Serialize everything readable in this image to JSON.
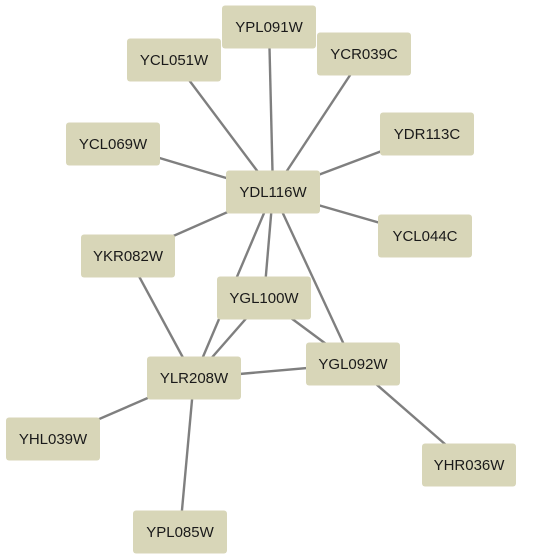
{
  "colors": {
    "node_fill": "#d8d6b8",
    "edge": "#7f7f7f",
    "text": "#1a1a1a",
    "background": "#ffffff"
  },
  "nodes": [
    {
      "id": "n1",
      "label": "YPL091W"
    },
    {
      "id": "n2",
      "label": "YCL051W"
    },
    {
      "id": "n3",
      "label": "YCR039C"
    },
    {
      "id": "n4",
      "label": "YCL069W"
    },
    {
      "id": "n5",
      "label": "YDR113C"
    },
    {
      "id": "n6",
      "label": "YDL116W"
    },
    {
      "id": "n7",
      "label": "YCL044C"
    },
    {
      "id": "n8",
      "label": "YKR082W"
    },
    {
      "id": "n9",
      "label": "YGL100W"
    },
    {
      "id": "n10",
      "label": "YGL092W"
    },
    {
      "id": "n11",
      "label": "YLR208W"
    },
    {
      "id": "n12",
      "label": "YHL039W"
    },
    {
      "id": "n13",
      "label": "YHR036W"
    },
    {
      "id": "n14",
      "label": "YPL085W"
    }
  ],
  "edges": [
    [
      "n6",
      "n1"
    ],
    [
      "n6",
      "n2"
    ],
    [
      "n6",
      "n3"
    ],
    [
      "n6",
      "n4"
    ],
    [
      "n6",
      "n5"
    ],
    [
      "n6",
      "n7"
    ],
    [
      "n6",
      "n8"
    ],
    [
      "n6",
      "n9"
    ],
    [
      "n6",
      "n10"
    ],
    [
      "n6",
      "n11"
    ],
    [
      "n8",
      "n11"
    ],
    [
      "n9",
      "n11"
    ],
    [
      "n9",
      "n10"
    ],
    [
      "n11",
      "n10"
    ],
    [
      "n11",
      "n12"
    ],
    [
      "n11",
      "n14"
    ],
    [
      "n10",
      "n13"
    ]
  ]
}
